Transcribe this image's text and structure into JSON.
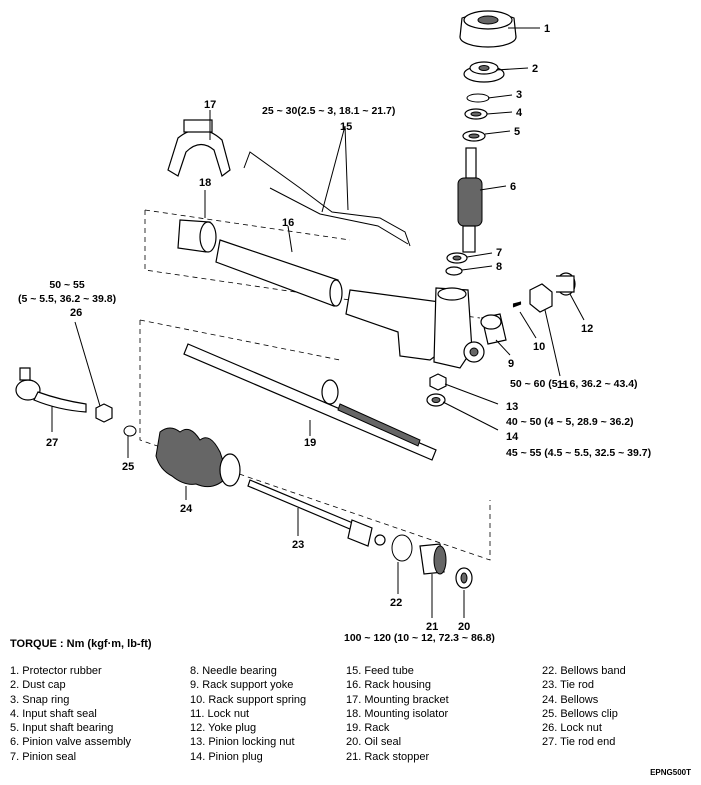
{
  "torque_specs": {
    "feed_tube": "25 ~ 30(2.5 ~ 3, 18.1 ~ 21.7)",
    "lock_nut_26_line1": "50 ~ 55",
    "lock_nut_26_line2": "(5 ~ 5.5, 36.2 ~ 39.8)",
    "lock_nut_11": "50 ~ 60 (5 ~ 6, 36.2 ~ 43.4)",
    "pinion_locking_nut": "40 ~ 50 (4 ~ 5, 28.9 ~ 36.2)",
    "pinion_plug": "45 ~ 55 (4.5 ~ 5.5, 32.5 ~ 39.7)",
    "rack_stopper": "100 ~ 120 (10 ~ 12, 72.3 ~ 86.8)"
  },
  "torque_title": "TORQUE : Nm (kgf·m, lb-ft)",
  "callouts": [
    "1",
    "2",
    "3",
    "4",
    "5",
    "6",
    "7",
    "8",
    "9",
    "10",
    "11",
    "12",
    "13",
    "14",
    "15",
    "16",
    "17",
    "18",
    "19",
    "20",
    "21",
    "22",
    "23",
    "24",
    "25",
    "26",
    "27"
  ],
  "legend": {
    "col1": [
      "1. Protector rubber",
      "2. Dust cap",
      "3. Snap ring",
      "4. Input shaft seal",
      "5. Input shaft bearing",
      "6. Pinion valve assembly",
      "7. Pinion seal"
    ],
    "col2": [
      "8. Needle bearing",
      "9. Rack support yoke",
      "10. Rack support spring",
      "11. Lock nut",
      "12. Yoke plug",
      "13. Pinion locking nut",
      "14. Pinion plug"
    ],
    "col3": [
      "15. Feed tube",
      "16. Rack housing",
      "17. Mounting bracket",
      "18. Mounting isolator",
      "19. Rack",
      "20. Oil seal",
      "21. Rack stopper"
    ],
    "col4": [
      "22. Bellows band",
      "23. Tie rod",
      "24. Bellows",
      "25. Bellows clip",
      "26. Lock nut",
      "27. Tie rod end"
    ]
  },
  "figure_code": "EPNG500T"
}
